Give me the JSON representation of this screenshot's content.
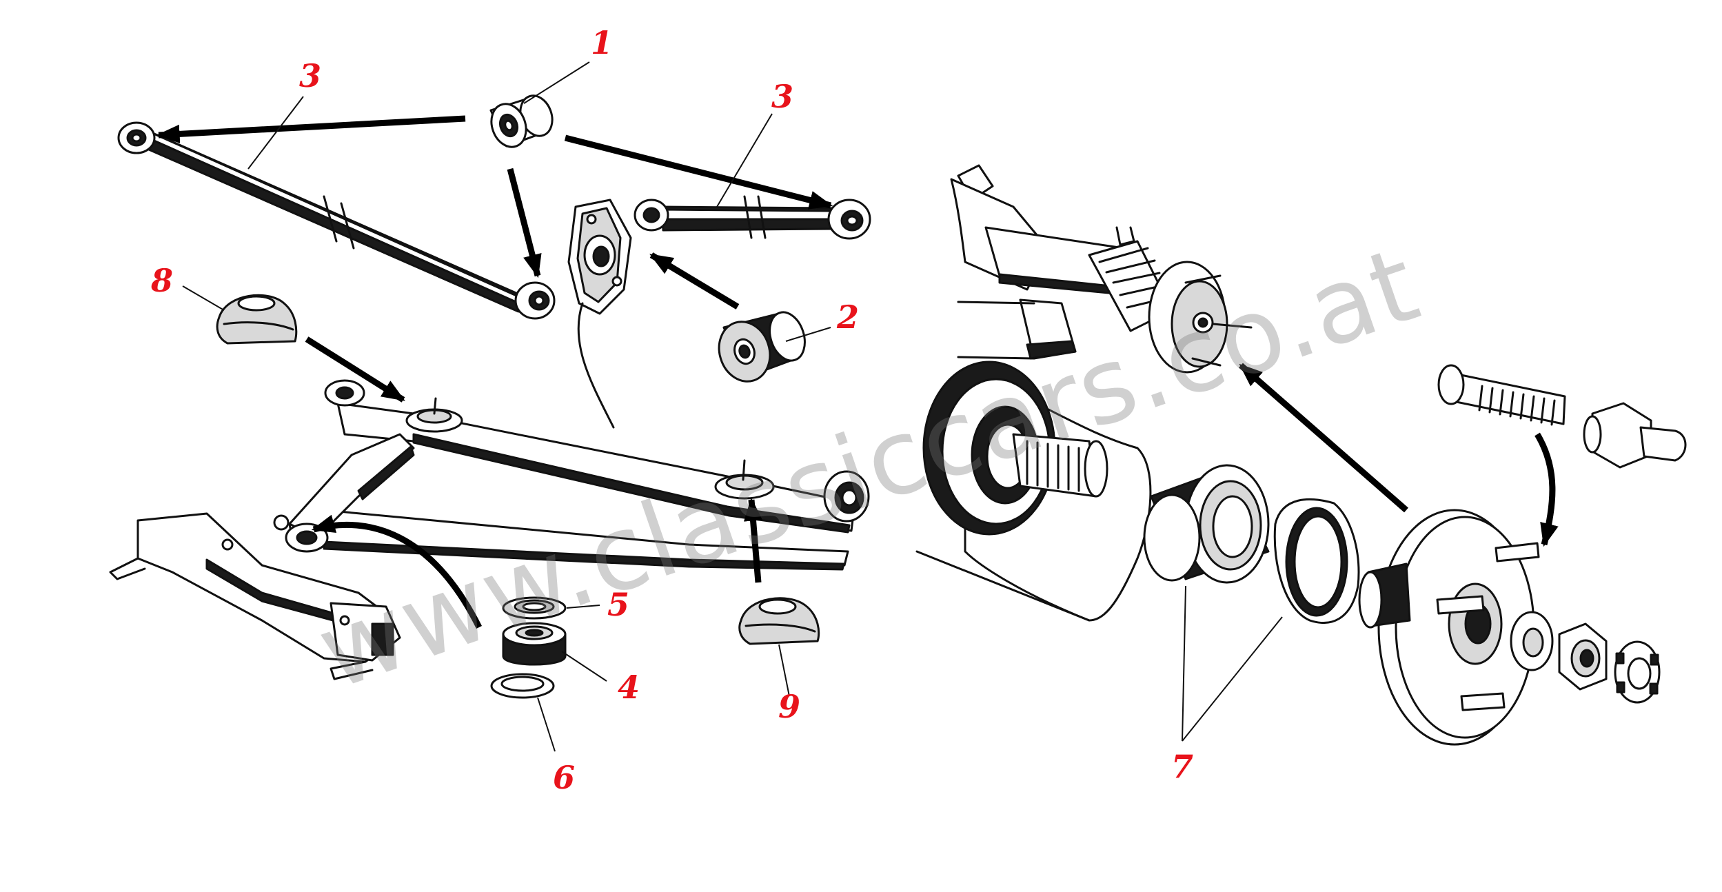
{
  "callouts": [
    {
      "id": "c1",
      "text": "1"
    },
    {
      "id": "c2",
      "text": "2"
    },
    {
      "id": "c3a",
      "text": "3"
    },
    {
      "id": "c3b",
      "text": "3"
    },
    {
      "id": "c4",
      "text": "4"
    },
    {
      "id": "c5",
      "text": "5"
    },
    {
      "id": "c6",
      "text": "6"
    },
    {
      "id": "c7",
      "text": "7"
    },
    {
      "id": "c8",
      "text": "8"
    },
    {
      "id": "c9",
      "text": "9"
    }
  ],
  "watermark": "www.classiccars.co.at",
  "colors": {
    "callout": "#e8131b",
    "ink": "#111111",
    "paper": "#ffffff"
  }
}
